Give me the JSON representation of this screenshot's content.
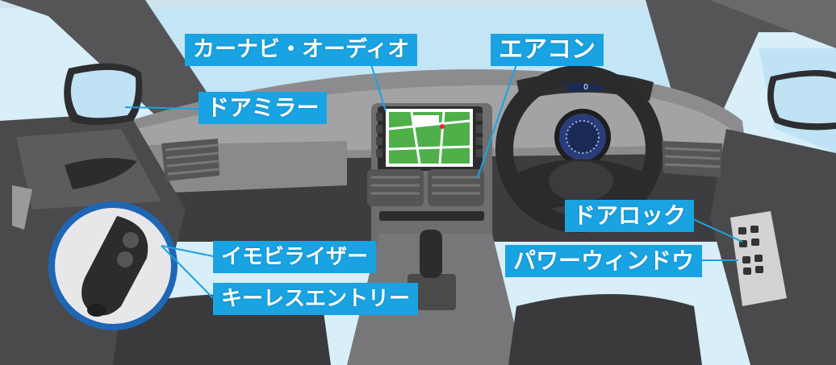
{
  "labels": {
    "navi_audio": "カーナビ・オーディオ",
    "air_con": "エアコン",
    "door_mirror": "ドアミラー",
    "door_lock": "ドアロック",
    "power_window": "パワーウィンドウ",
    "immobilizer": "イモビライザー",
    "keyless_entry": "キーレスエントリー"
  },
  "speedometer_reading": "0",
  "colors": {
    "label_bg": "#19a3e2",
    "label_text": "#ffffff",
    "sky": "#cfe9f6",
    "dashboard": "#3d3d3f",
    "interior": "#5a5a5c",
    "key_ring": "#1f66b4"
  }
}
